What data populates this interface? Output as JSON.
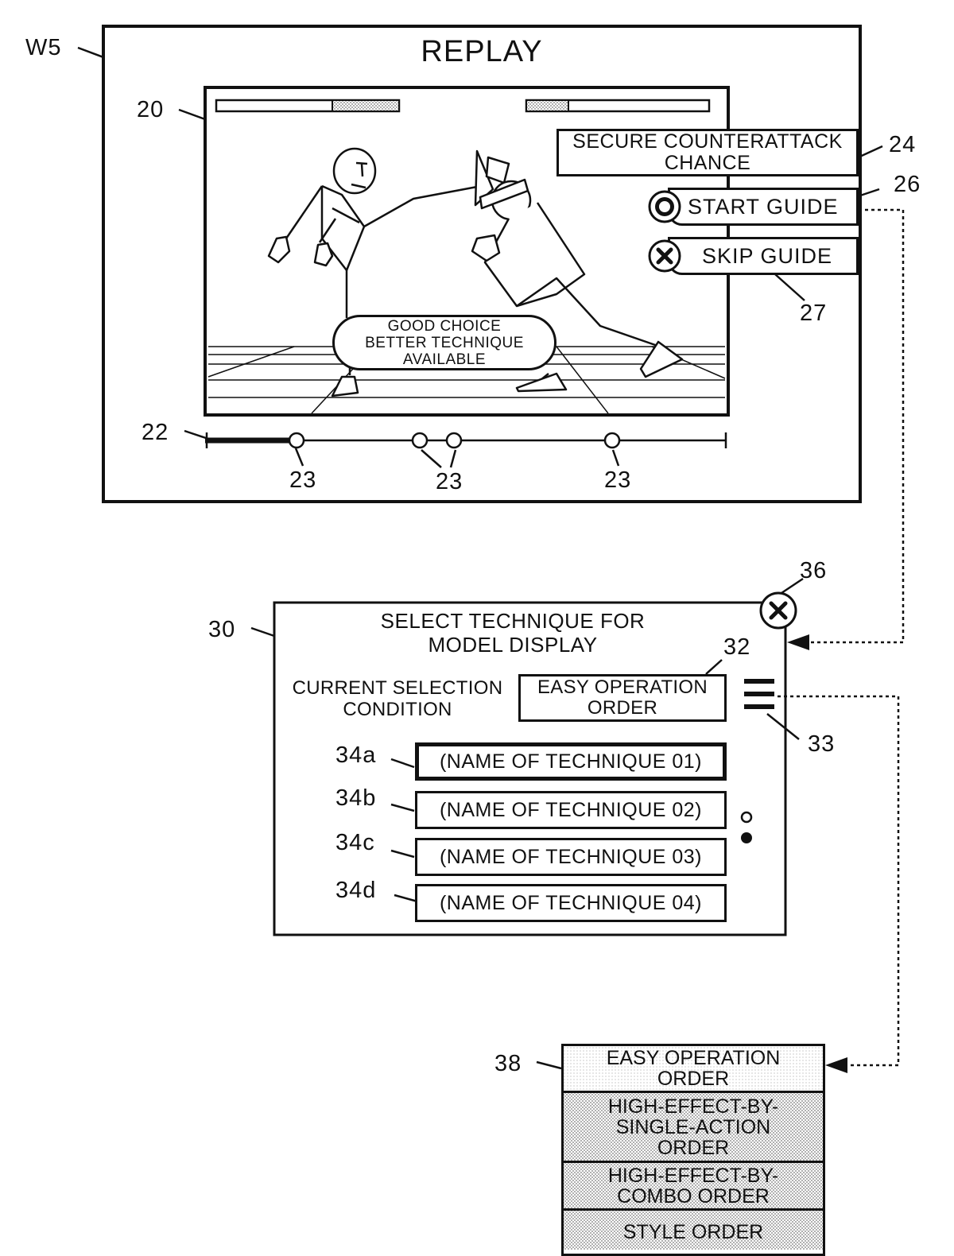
{
  "labels": {
    "w5": "W5",
    "ref_20": "20",
    "ref_22": "22",
    "ref_23": "23",
    "ref_24": "24",
    "ref_26": "26",
    "ref_27": "27",
    "ref_30": "30",
    "ref_32": "32",
    "ref_33": "33",
    "ref_34a": "34a",
    "ref_34b": "34b",
    "ref_34c": "34c",
    "ref_34d": "34d",
    "ref_36": "36",
    "ref_38": "38"
  },
  "replay_window": {
    "title": "REPLAY",
    "advice_box": "SECURE COUNTERATTACK\nCHANCE",
    "start_guide_label": "START GUIDE",
    "skip_guide_label": "SKIP GUIDE",
    "bubble_text": "GOOD CHOICE\nBETTER TECHNIQUE\nAVAILABLE",
    "timeline_markers": 4
  },
  "select_dialog": {
    "title": "SELECT TECHNIQUE FOR\nMODEL DISPLAY",
    "condition_label": "CURRENT SELECTION\nCONDITION",
    "condition_value": "EASY OPERATION\nORDER",
    "techniques": [
      "(NAME OF TECHNIQUE 01)",
      "(NAME OF TECHNIQUE 02)",
      "(NAME OF TECHNIQUE 03)",
      "(NAME OF TECHNIQUE 04)"
    ]
  },
  "order_menu": {
    "options": [
      "EASY OPERATION\nORDER",
      "HIGH-EFFECT-BY-\nSINGLE-ACTION\nORDER",
      "HIGH-EFFECT-BY-\nCOMBO ORDER",
      "STYLE ORDER"
    ]
  },
  "icons": {
    "start_guide": "circle-button-icon",
    "skip_guide": "x-button-icon",
    "close": "close-icon",
    "menu": "hamburger-menu-icon"
  }
}
